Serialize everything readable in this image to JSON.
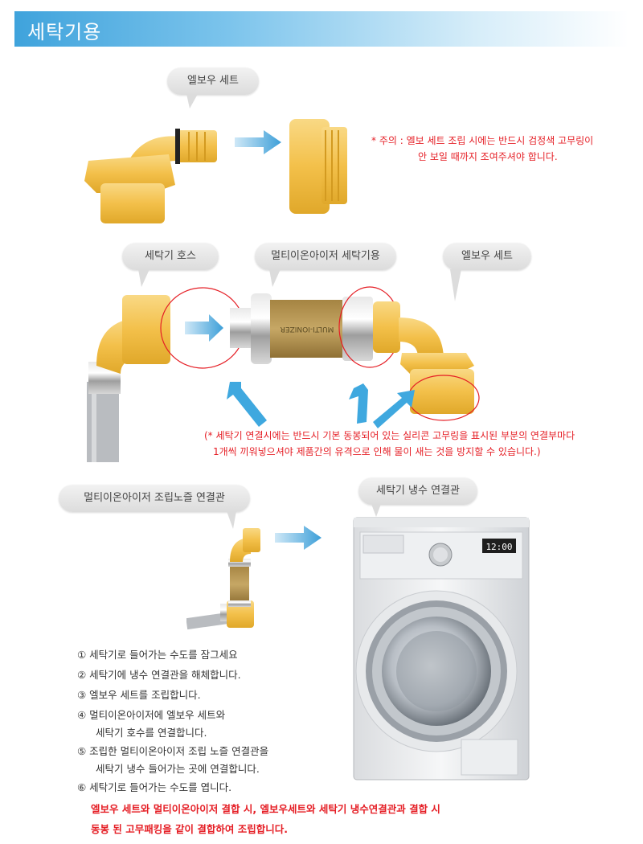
{
  "header": {
    "title": "세탁기용"
  },
  "section1": {
    "bubble": "엘보우 세트",
    "note_line1": "* 주의 : 엘보 세트 조립 시에는 반드시 검정색 고무링이",
    "note_line2": "안 보일 때까지  조여주셔야 합니다."
  },
  "section2": {
    "bubble_hose": "세탁기 호스",
    "bubble_ionizer": "멀티이온아이저 세탁기용",
    "bubble_elbow": "엘보우 세트",
    "note_line1": "(*  세탁기 연결시에는 반드시 기본 동봉되어 있는 실리콘 고무링을 표시된 부분의 연결부마다",
    "note_line2": "1개씩 끼워넣으셔야 제품간의 유격으로 인해 물이 새는 것을 방지할 수 있습니다.)",
    "product_label": "MULTI-IONIZER"
  },
  "section3": {
    "bubble_nozzle": "멀티이온아이저 조립노즐 연결관",
    "bubble_washer": "세탁기 냉수 연결관",
    "washer_display": "12:00",
    "steps": [
      "① 세탁기로 들어가는 수도를 잠그세요",
      "② 세탁기에 냉수 연결관을 해체합니다.",
      "③ 엘보우 세트를 조립합니다.",
      "④ 멀티이온아이저에 엘보우 세트와",
      "세탁기 호수를 연결합니다.",
      "⑤ 조립한 멀티이온아이저 조립 노즐 연결관을",
      "세탁기 냉수 들어가는 곳에 연결합니다.",
      "⑥ 세탁기로 들어가는 수도를 엽니다."
    ],
    "warning_line1": "엘보우 세트와 멀티이온아이저 결합 시, 엘보우세트와 세탁기 냉수연결관과 결합 시",
    "warning_line2": "동봉 된 고무패킹을 같이 결합하여 조립합니다."
  }
}
